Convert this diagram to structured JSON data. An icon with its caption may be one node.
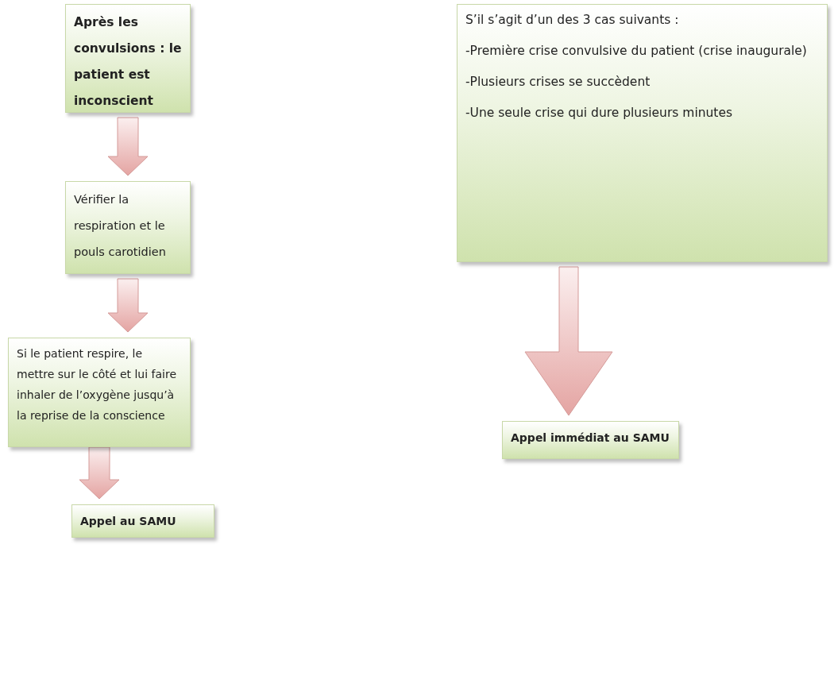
{
  "diagram": {
    "nodes": [
      {
        "text": [
          "Après les convulsions : le patient est inconscient"
        ]
      },
      {
        "text": [
          "Vérifier la respiration et le pouls carotidien"
        ]
      },
      {
        "text": [
          "Si le patient respire, le mettre sur le côté et lui faire inhaler de l’oxygène jusqu’à la reprise de la conscience"
        ]
      },
      {
        "text": [
          "Appel au SAMU"
        ]
      },
      {
        "text": [
          "S’il s’agit d’un des 3 cas suivants :",
          "-Première crise convulsive du patient (crise inaugurale)",
          "-Plusieurs crises se succèdent",
          "-Une seule crise qui dure plusieurs minutes"
        ]
      },
      {
        "text": [
          "Appel immédiat au SAMU"
        ]
      }
    ],
    "edges": [
      {
        "from": 0,
        "to": 1,
        "arrow": "to"
      },
      {
        "from": 1,
        "to": 2,
        "arrow": "to"
      },
      {
        "from": 2,
        "to": 3,
        "arrow": "to"
      },
      {
        "from": 4,
        "to": 5,
        "arrow": "to"
      }
    ]
  }
}
